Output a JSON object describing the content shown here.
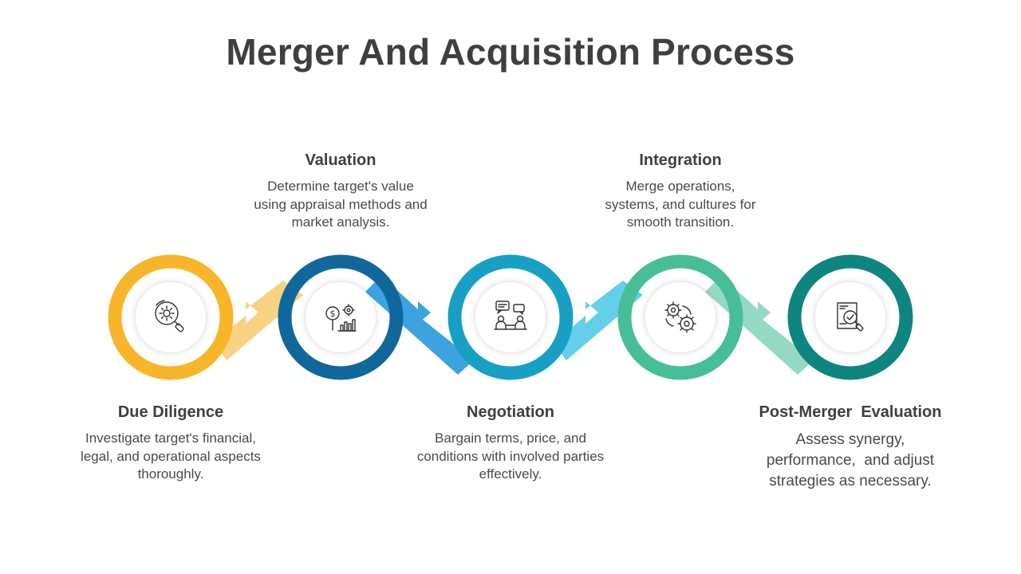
{
  "title": "Merger And Acquisition Process",
  "steps": [
    {
      "title": "Due Diligence",
      "description": "Investigate target's financial, legal, and operational aspects thoroughly.",
      "icon": "magnifier-gear-icon",
      "color": "#F9B529",
      "connector_color": "#F9D182"
    },
    {
      "title": "Valuation",
      "description": "Determine target's value using appraisal methods and market analysis.",
      "icon": "dollar-chart-gear-icon",
      "color": "#10679C",
      "connector_color": "#3CA3E0"
    },
    {
      "title": "Negotiation",
      "description": "Bargain terms, price, and conditions with involved parties effectively.",
      "icon": "negotiation-chat-icon",
      "color": "#18A0C4",
      "connector_color": "#63CFE8"
    },
    {
      "title": "Integration",
      "description": "Merge operations, systems, and cultures for smooth transition.",
      "icon": "gears-icon",
      "color": "#46BE98",
      "connector_color": "#93D9C3"
    },
    {
      "title": "Post-Merger  Evaluation",
      "description": "Assess synergy, performance,  and adjust strategies as necessary.",
      "icon": "document-review-icon",
      "color": "#0F8580"
    }
  ]
}
